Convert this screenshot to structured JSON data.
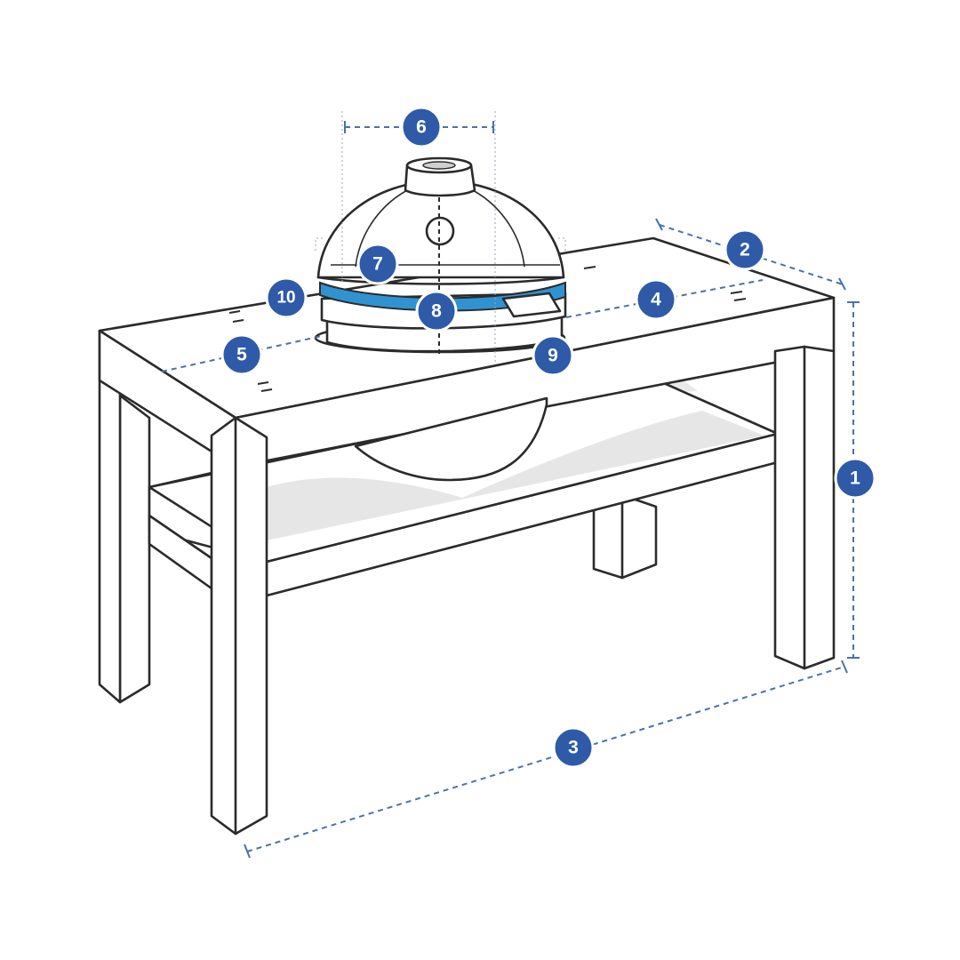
{
  "colors": {
    "badge": "#2f5aa8",
    "dimension_line": "#4a72a8",
    "band": "#2f93d1",
    "surface": "#ffffff",
    "shadow": "#e6e6e6",
    "outline": "#2b2b2b"
  },
  "badges": [
    "1",
    "2",
    "3",
    "4",
    "5",
    "6",
    "7",
    "8",
    "9",
    "10"
  ]
}
